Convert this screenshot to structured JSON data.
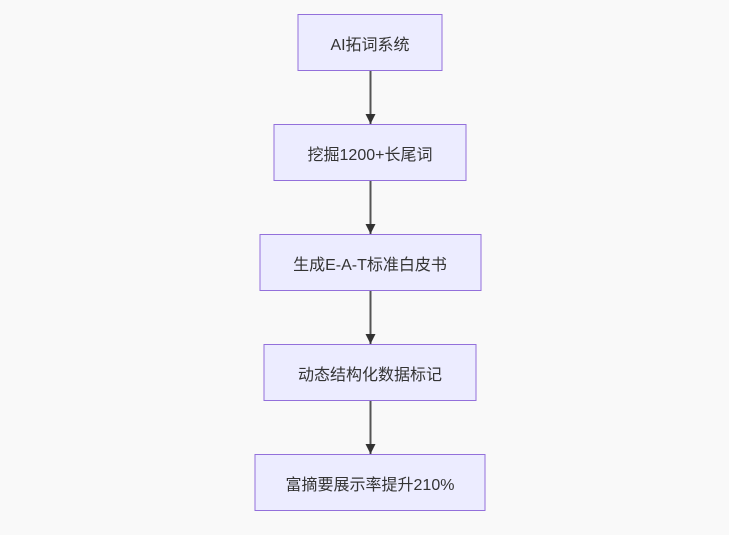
{
  "page": {
    "background": "#f9f9f9"
  },
  "flowchart": {
    "type": "vertical-flow",
    "nodes": [
      {
        "id": "A",
        "label": "AI拓词系统"
      },
      {
        "id": "B",
        "label": "挖掘1200+长尾词"
      },
      {
        "id": "C",
        "label": "生成E-A-T标准白皮书"
      },
      {
        "id": "D",
        "label": "动态结构化数据标记"
      },
      {
        "id": "E",
        "label": "富摘要展示率提升210%"
      }
    ],
    "edges": [
      {
        "from": 0,
        "to": 1
      },
      {
        "from": 1,
        "to": 2
      },
      {
        "from": 2,
        "to": 3
      },
      {
        "from": 3,
        "to": 4
      }
    ],
    "colors": {
      "node_fill": "#ECECFF",
      "node_border": "#9370DB",
      "text_color": "#333333",
      "arrow_line": "#555555",
      "arrow_head": "#333333",
      "page_bg": "#f9f9f9"
    }
  }
}
